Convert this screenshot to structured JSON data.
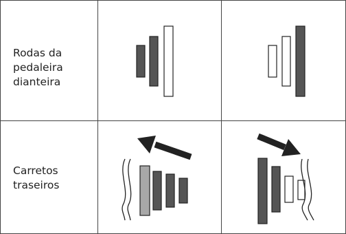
{
  "rows": [
    {
      "label": "Rodas da\npedaleira\ndianteira",
      "name": "front-chainrings"
    },
    {
      "label": "Carretos\ntraseiros",
      "name": "rear-sprockets"
    }
  ],
  "colors": {
    "dark": "#555555",
    "light": "#a8a8a8",
    "outline": "#ffffff",
    "stroke": "#222222",
    "grid": "#444444"
  }
}
